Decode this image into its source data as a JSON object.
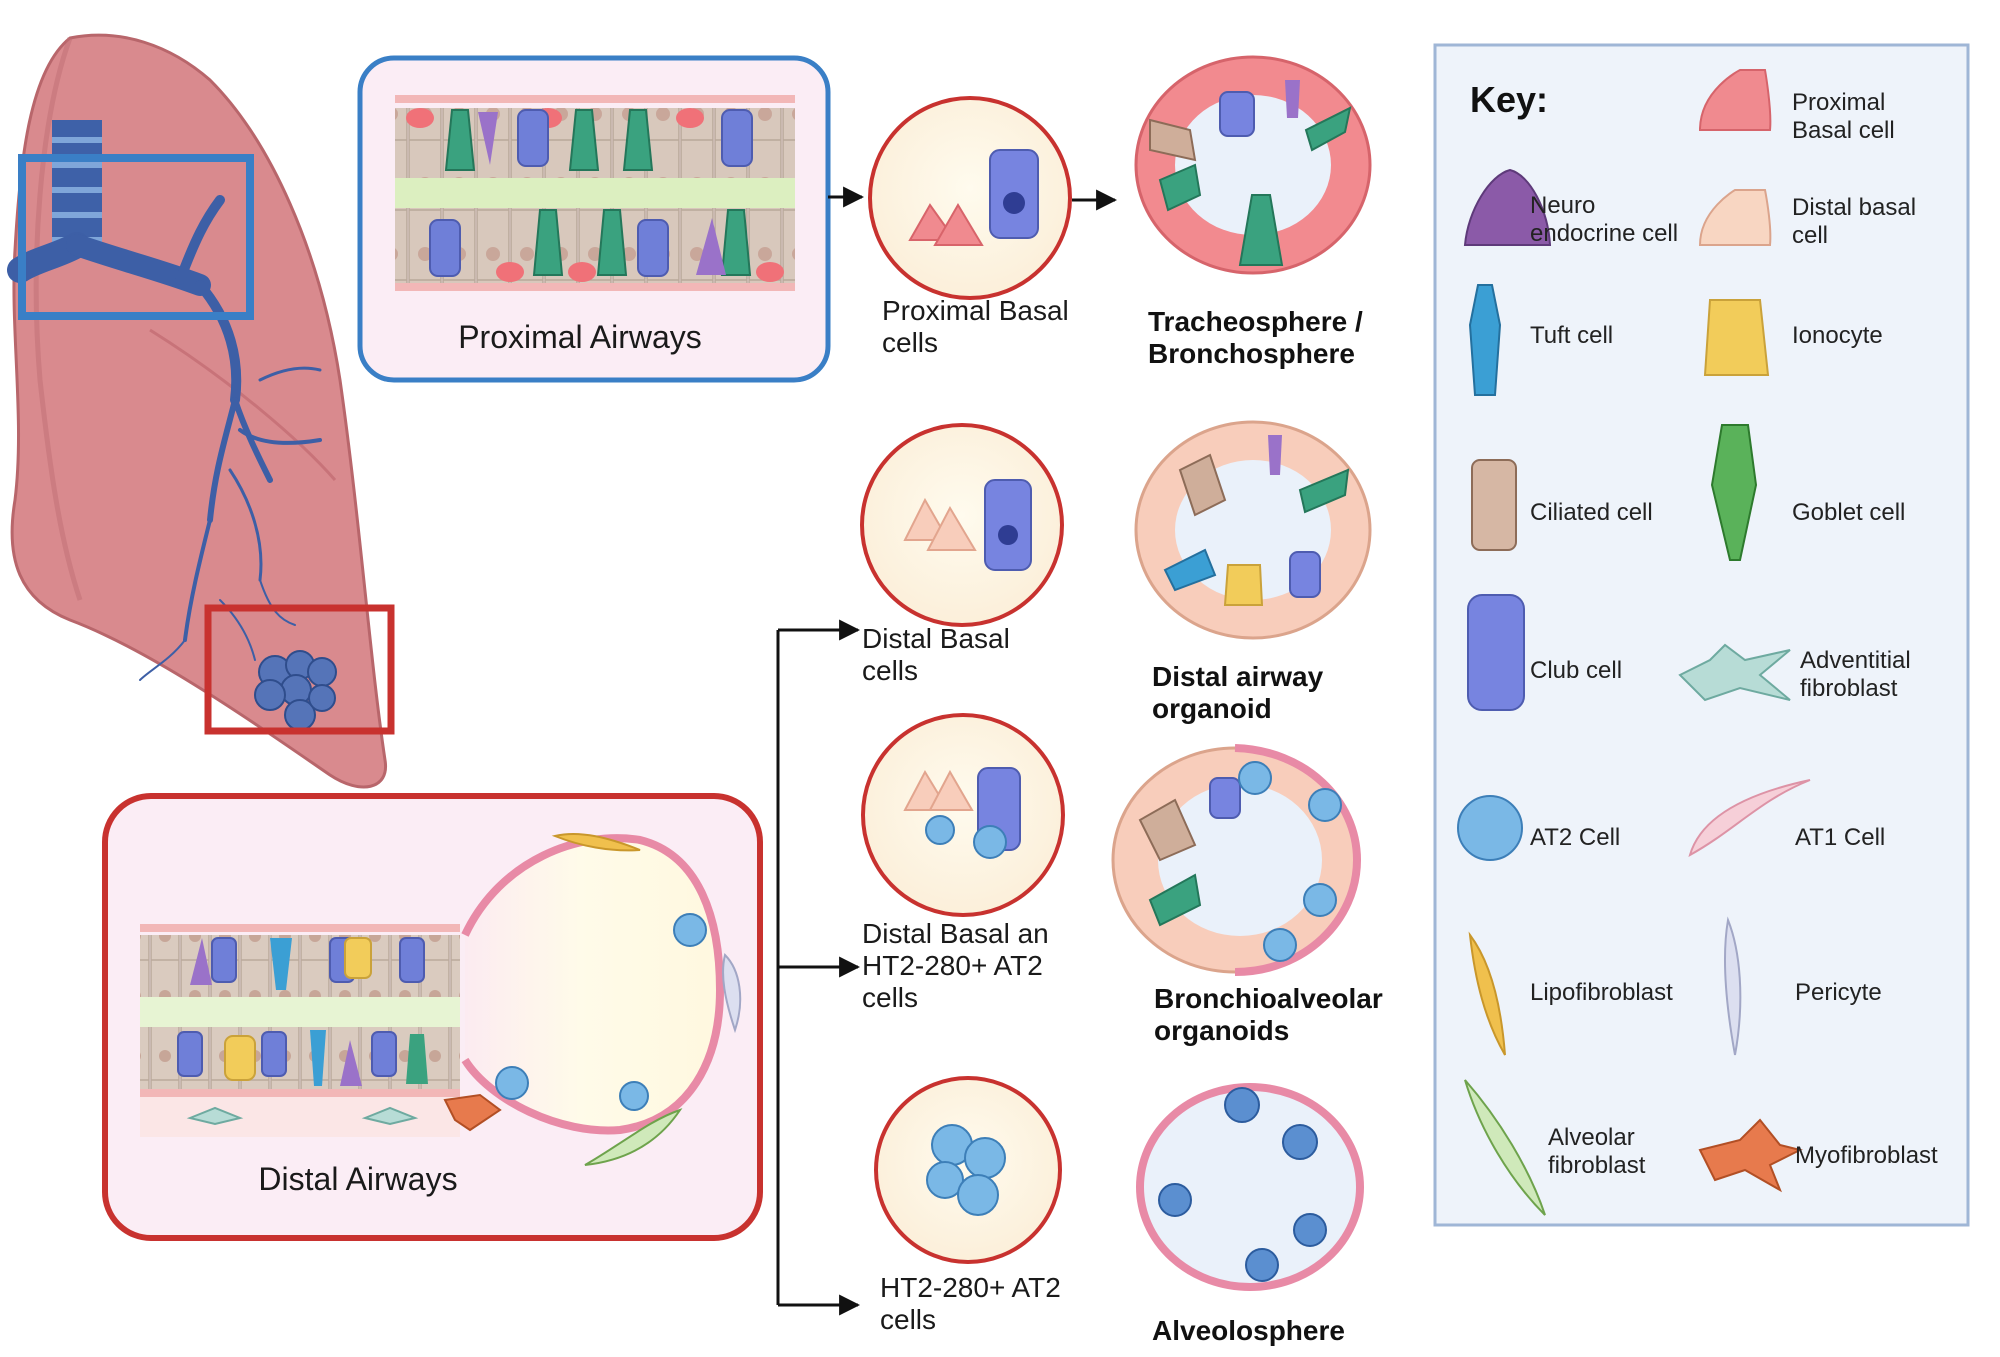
{
  "regions": {
    "proximal_label": "Proximal Airways",
    "distal_label": "Distal Airways"
  },
  "cells": {
    "proximal_basal": [
      "Proximal Basal",
      "cells"
    ],
    "distal_basal": [
      "Distal Basal",
      "cells"
    ],
    "distal_basal_at2": [
      "Distal Basal  an",
      "HT2-280+ AT2",
      "cells"
    ],
    "ht2_at2": [
      "HT2-280+ AT2",
      "cells"
    ]
  },
  "organoids": {
    "tracheosphere": [
      "Tracheosphere /",
      "Bronchosphere"
    ],
    "distal_airway": [
      "Distal airway",
      "organoid"
    ],
    "bronchioalveolar": [
      "Bronchioalveolar",
      "organoids"
    ],
    "alveolosphere": [
      "Alveolosphere"
    ]
  },
  "key": {
    "title": "Key:",
    "items": [
      {
        "id": "proximal-basal-cell",
        "lines": [
          "Proximal",
          "Basal cell"
        ]
      },
      {
        "id": "neuroendocrine-cell",
        "lines": [
          "Neuro",
          "endocrine cell"
        ]
      },
      {
        "id": "distal-basal-cell",
        "lines": [
          "Distal basal",
          "cell"
        ]
      },
      {
        "id": "tuft-cell",
        "lines": [
          "Tuft cell"
        ]
      },
      {
        "id": "ionocyte",
        "lines": [
          "Ionocyte"
        ]
      },
      {
        "id": "ciliated-cell",
        "lines": [
          "Ciliated cell"
        ]
      },
      {
        "id": "goblet-cell",
        "lines": [
          "Goblet cell"
        ]
      },
      {
        "id": "club-cell",
        "lines": [
          "Club cell"
        ]
      },
      {
        "id": "adventitial-fibroblast",
        "lines": [
          "Adventitial",
          "fibroblast"
        ]
      },
      {
        "id": "at2-cell",
        "lines": [
          "AT2 Cell"
        ]
      },
      {
        "id": "at1-cell",
        "lines": [
          "AT1 Cell"
        ]
      },
      {
        "id": "lipofibroblast",
        "lines": [
          "Lipofibroblast"
        ]
      },
      {
        "id": "pericyte",
        "lines": [
          "Pericyte"
        ]
      },
      {
        "id": "alveolar-fibroblast",
        "lines": [
          "Alveolar",
          "fibroblast"
        ]
      },
      {
        "id": "myofibroblast",
        "lines": [
          "Myofibroblast"
        ]
      }
    ]
  },
  "colors": {
    "proximal_box": "#3a7fc6",
    "distal_box": "#c8322f",
    "lung": "#d9888c",
    "airway": "#3d5fa6",
    "key_bg": "#eef3fa",
    "key_border": "#9fb6d6"
  }
}
